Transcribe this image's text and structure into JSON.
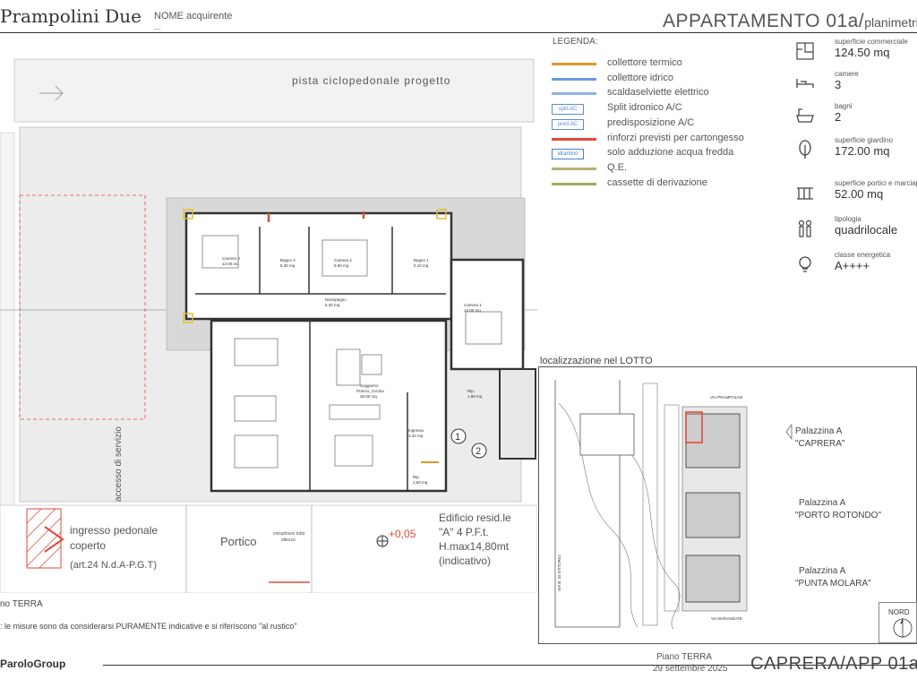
{
  "header": {
    "project_title": "Prampolini Due",
    "buyer_label": "NOME acquirente",
    "buyer_value": "...",
    "apartment_title": "APPARTAMENTO 01a/",
    "apartment_suffix": "planimetria"
  },
  "legend": {
    "title": "LEGENDA:",
    "items": [
      {
        "label": "collettore termico",
        "color": "#e0962e"
      },
      {
        "label": "collettore idrico",
        "color": "#6c9bd6"
      },
      {
        "label": "scaldaselviette elettrico",
        "color": "#8fb3e0"
      },
      {
        "label": "Split idronico A/C",
        "color": "#5b8fd1",
        "tag": "split-AC"
      },
      {
        "label": "predisposizione A/C",
        "color": "#5b8fd1",
        "tag": "pred-AC"
      },
      {
        "label": "rinforzi previsti per cartongesso",
        "color": "#e04a3a"
      },
      {
        "label": "solo adduzione acqua fredda",
        "color": "#4a7fd0",
        "tag": "idrantino"
      },
      {
        "label": "Q.E.",
        "color": "#b8b07a"
      },
      {
        "label": "cassette di derivazione",
        "color": "#9ab05a"
      }
    ]
  },
  "stats": [
    {
      "icon": "floorplan-icon",
      "key": "superficie commerciale",
      "value": "124.50 mq"
    },
    {
      "icon": "bed-icon",
      "key": "camere",
      "value": "3"
    },
    {
      "icon": "bathtub-icon",
      "key": "bagni",
      "value": "2"
    },
    {
      "icon": "tree-icon",
      "key": "superficie giardino",
      "value": "172.00 mq"
    },
    {
      "icon": "porch-icon",
      "key": "superficie portici e marciap.",
      "value": "52.00 mq"
    },
    {
      "icon": "people-icon",
      "key": "tipologia",
      "value": "quadrilocale"
    },
    {
      "icon": "bulb-icon",
      "key": "classe energetica",
      "value": "A++++"
    }
  ],
  "location": {
    "title": "localizzazione nel LOTTO",
    "palazzine": [
      {
        "name": "Palazzina A",
        "sub": "\"CAPRERA\""
      },
      {
        "name": "Palazzina A",
        "sub": "\"PORTO ROTONDO\""
      },
      {
        "name": "Palazzina A",
        "sub": "\"PUNTA MOLARA\""
      }
    ],
    "street_top": "VIA PRAMPOLINI",
    "street_bottom": "VIA BARANZATE",
    "street_left": "VIA B. DI VITTORIO",
    "north": "NORD"
  },
  "plan": {
    "path_label": "pista ciclopedonale progetto",
    "service_access": "accesso di servizio",
    "pedestrian_entry": "ingresso pedonale",
    "pedestrian_entry_2": "coperto",
    "pedestrian_entry_3": "(art.24 N.d.A-P.G.T)",
    "portico": "Portico",
    "portico_note_1": "estradosso tutto",
    "portico_note_2": "altezza",
    "level": "+0,05",
    "building_1": "Edificio resid.le",
    "building_2": "\"A\" 4 P.F.t.",
    "building_3": "H.max14,80mt",
    "building_4": "(indicativo)",
    "progetto": "progetto",
    "marker_1": "1",
    "marker_2": "2",
    "rooms": [
      {
        "name": "Camera 3",
        "area": "12.00 mq"
      },
      {
        "name": "Bagno 2",
        "area": "5.30 mq"
      },
      {
        "name": "Camera 2",
        "area": "9.50 mq"
      },
      {
        "name": "Bagno 1",
        "area": "5.10 mq"
      },
      {
        "name": "Camera 1",
        "area": "14.00 mq"
      },
      {
        "name": "Disimpegno",
        "area": "5.40 mq"
      },
      {
        "name": "Soggiorno",
        "area": "Pranzo_Cucina"
      },
      {
        "name": "",
        "area": "36.00 mq"
      },
      {
        "name": "Ingresso",
        "area": "3.40 mq"
      },
      {
        "name": "Rip.",
        "area": "1.80 mq"
      },
      {
        "name": "Rip.",
        "area": "1.50 mq"
      }
    ]
  },
  "footer": {
    "floor_label": "no TERRA",
    "note": ": le misure sono da considerarsi PURAMENTE indicative e si riferiscono \"al rustico\"",
    "brand": "ParoloGroup",
    "piano": "Piano TERRA",
    "date": "29 settembre 2025",
    "code": "CAPRERA/APP 01a"
  }
}
